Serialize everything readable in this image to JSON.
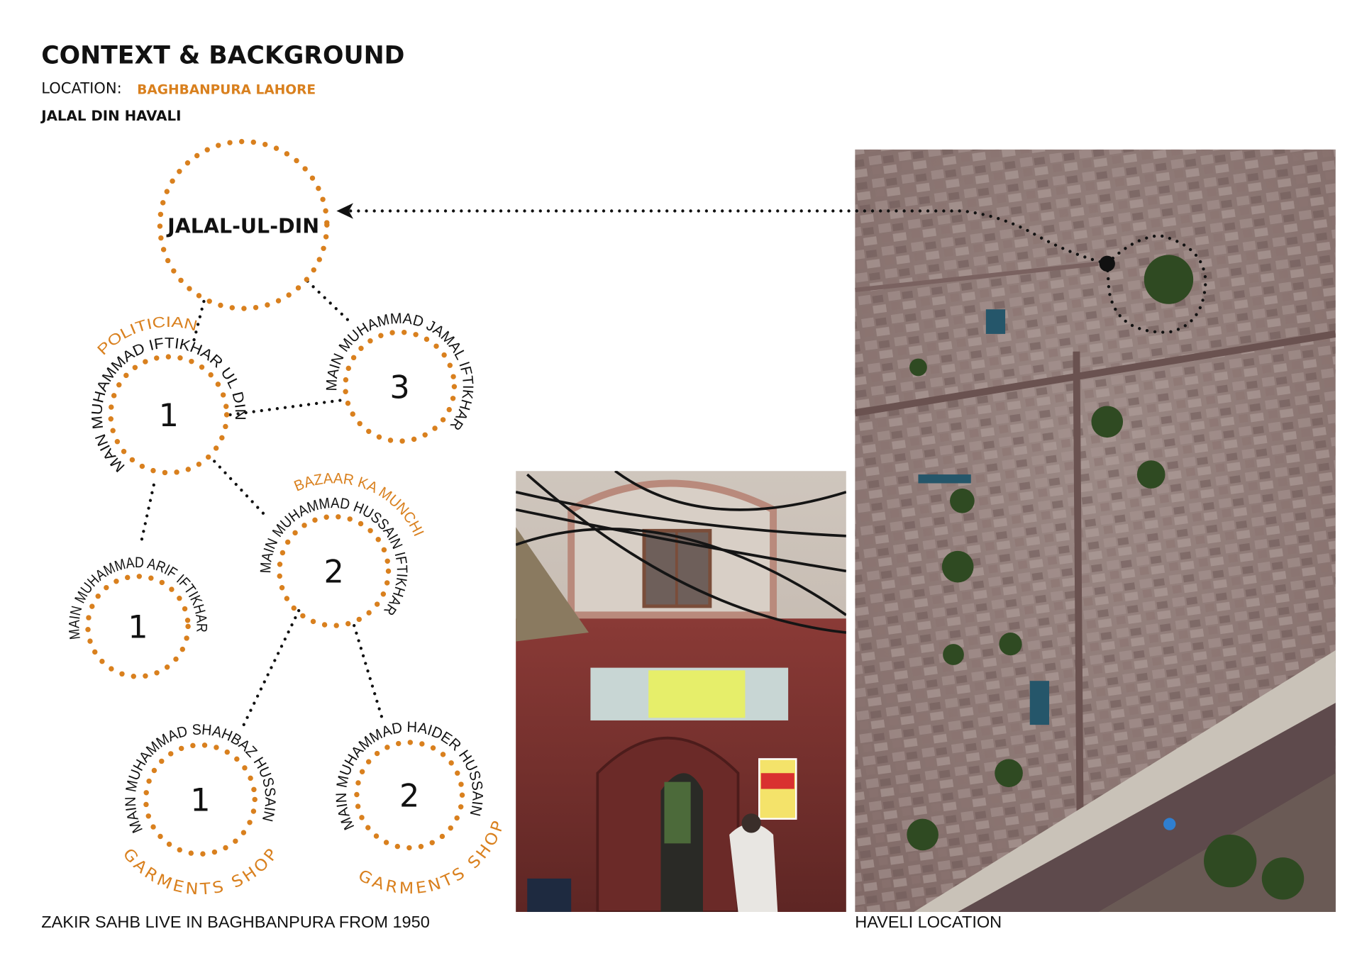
{
  "header": {
    "title": "CONTEXT & BACKGROUND",
    "location_label": "LOCATION:",
    "location_value": "BAGHBANPURA LAHORE",
    "subtitle": "JALAL DIN HAVALI"
  },
  "colors": {
    "accent": "#d9801e",
    "text": "#111111"
  },
  "family_tree": {
    "root": {
      "label": "JALAL-UL-DIN"
    },
    "nodes": [
      {
        "number": "1",
        "name": "MAIN MUHAMMAD IFTIKHAR UL DIN",
        "role": "POLITICIAN"
      },
      {
        "number": "3",
        "name": "MAIN MUHAMMAD JAMAL IFTIKHAR",
        "role": ""
      },
      {
        "number": "2",
        "name": "MAIN MUHAMMAD HUSSAIN IFTIKHAR",
        "role": "BAZAAR KA MUNCHI"
      },
      {
        "number": "1",
        "name": "MAIN MUHAMMAD ARIF IFTIKHAR",
        "role": ""
      },
      {
        "number": "1",
        "name": "MAIN MUHAMMAD SHAHBAZ HUSSAIN",
        "role": "GARMENTS SHOP"
      },
      {
        "number": "2",
        "name": "MAIN MUHAMMAD HAIDER HUSSAIN",
        "role": "GARMENTS SHOP"
      }
    ]
  },
  "captions": {
    "left": "ZAKIR SAHB LIVE IN BAGHBANPURA FROM 1950",
    "map": "HAVELI LOCATION"
  }
}
